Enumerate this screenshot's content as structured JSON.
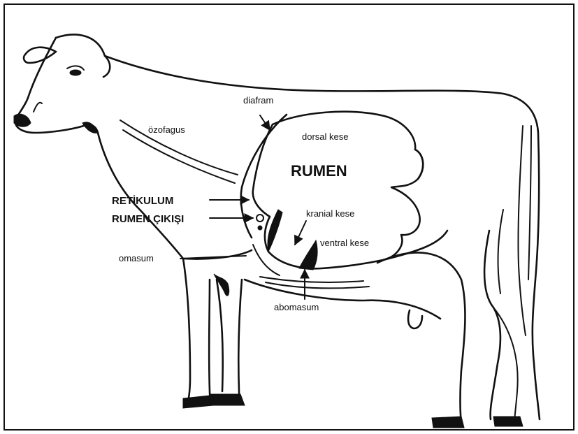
{
  "labels": {
    "diafram": "diafram",
    "ozofagus": "özofagus",
    "dorsal_kese": "dorsal kese",
    "rumen": "RUMEN",
    "retikulum": "RETİKULUM",
    "rumen_cikisi": "RUMEN ÇIKIŞI",
    "kranial_kese": "kranial kese",
    "ventral_kese": "ventral kese",
    "omasum": "omasum",
    "abomasum": "abomasum"
  },
  "colors": {
    "ink": "#111111",
    "background": "#ffffff"
  }
}
